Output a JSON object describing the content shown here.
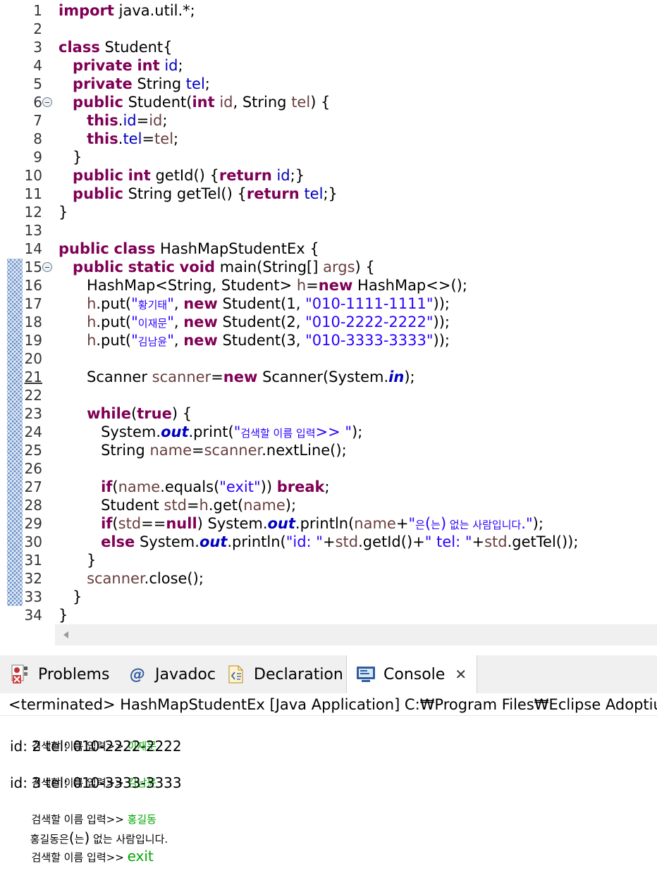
{
  "editor": {
    "line_numbers": [
      "1",
      "2",
      "3",
      "4",
      "5",
      "6",
      "7",
      "8",
      "9",
      "10",
      "11",
      "12",
      "13",
      "14",
      "15",
      "16",
      "17",
      "18",
      "19",
      "20",
      "21",
      "22",
      "23",
      "24",
      "25",
      "26",
      "27",
      "28",
      "29",
      "30",
      "31",
      "32",
      "33",
      "34"
    ],
    "lines": [
      [
        {
          "t": "import",
          "c": "kw"
        },
        {
          "t": " java.util.*;"
        }
      ],
      [],
      [
        {
          "t": "class",
          "c": "kw"
        },
        {
          "t": " Student{"
        }
      ],
      [
        {
          "t": "   "
        },
        {
          "t": "private",
          "c": "kw"
        },
        {
          "t": " "
        },
        {
          "t": "int",
          "c": "kw"
        },
        {
          "t": " "
        },
        {
          "t": "id",
          "c": "fld"
        },
        {
          "t": ";"
        }
      ],
      [
        {
          "t": "   "
        },
        {
          "t": "private",
          "c": "kw"
        },
        {
          "t": " String "
        },
        {
          "t": "tel",
          "c": "fld"
        },
        {
          "t": ";"
        }
      ],
      [
        {
          "t": "   "
        },
        {
          "t": "public",
          "c": "kw"
        },
        {
          "t": " Student("
        },
        {
          "t": "int",
          "c": "kw"
        },
        {
          "t": " "
        },
        {
          "t": "id",
          "c": "var"
        },
        {
          "t": ", String "
        },
        {
          "t": "tel",
          "c": "var"
        },
        {
          "t": ") {"
        }
      ],
      [
        {
          "t": "      "
        },
        {
          "t": "this",
          "c": "kw"
        },
        {
          "t": "."
        },
        {
          "t": "id",
          "c": "fld"
        },
        {
          "t": "="
        },
        {
          "t": "id",
          "c": "var"
        },
        {
          "t": ";"
        }
      ],
      [
        {
          "t": "      "
        },
        {
          "t": "this",
          "c": "kw"
        },
        {
          "t": "."
        },
        {
          "t": "tel",
          "c": "fld"
        },
        {
          "t": "="
        },
        {
          "t": "tel",
          "c": "var"
        },
        {
          "t": ";"
        }
      ],
      [
        {
          "t": "   }"
        }
      ],
      [
        {
          "t": "   "
        },
        {
          "t": "public",
          "c": "kw"
        },
        {
          "t": " "
        },
        {
          "t": "int",
          "c": "kw"
        },
        {
          "t": " getId() {"
        },
        {
          "t": "return",
          "c": "kw"
        },
        {
          "t": " "
        },
        {
          "t": "id",
          "c": "fld"
        },
        {
          "t": ";}"
        }
      ],
      [
        {
          "t": "   "
        },
        {
          "t": "public",
          "c": "kw"
        },
        {
          "t": " String getTel() {"
        },
        {
          "t": "return",
          "c": "kw"
        },
        {
          "t": " "
        },
        {
          "t": "tel",
          "c": "fld"
        },
        {
          "t": ";}"
        }
      ],
      [
        {
          "t": "}"
        }
      ],
      [],
      [
        {
          "t": "public",
          "c": "kw"
        },
        {
          "t": " "
        },
        {
          "t": "class",
          "c": "kw"
        },
        {
          "t": " HashMapStudentEx {"
        }
      ],
      [
        {
          "t": "   "
        },
        {
          "t": "public",
          "c": "kw"
        },
        {
          "t": " "
        },
        {
          "t": "static",
          "c": "kw"
        },
        {
          "t": " "
        },
        {
          "t": "void",
          "c": "kw"
        },
        {
          "t": " main(String[] "
        },
        {
          "t": "args",
          "c": "var"
        },
        {
          "t": ") {"
        }
      ],
      [
        {
          "t": "      HashMap<String, Student> "
        },
        {
          "t": "h",
          "c": "var"
        },
        {
          "t": "="
        },
        {
          "t": "new",
          "c": "kw"
        },
        {
          "t": " HashMap<>();"
        }
      ],
      [
        {
          "t": "      "
        },
        {
          "t": "h",
          "c": "var"
        },
        {
          "t": ".put("
        },
        {
          "t": "\"",
          "c": "str"
        },
        {
          "t": "황기태",
          "c": "str ko"
        },
        {
          "t": "\"",
          "c": "str"
        },
        {
          "t": ", "
        },
        {
          "t": "new",
          "c": "kw"
        },
        {
          "t": " Student(1, "
        },
        {
          "t": "\"010-1111-1111\"",
          "c": "str"
        },
        {
          "t": "));"
        }
      ],
      [
        {
          "t": "      "
        },
        {
          "t": "h",
          "c": "var"
        },
        {
          "t": ".put("
        },
        {
          "t": "\"",
          "c": "str"
        },
        {
          "t": "이재문",
          "c": "str ko"
        },
        {
          "t": "\"",
          "c": "str"
        },
        {
          "t": ", "
        },
        {
          "t": "new",
          "c": "kw"
        },
        {
          "t": " Student(2, "
        },
        {
          "t": "\"010-2222-2222\"",
          "c": "str"
        },
        {
          "t": "));"
        }
      ],
      [
        {
          "t": "      "
        },
        {
          "t": "h",
          "c": "var"
        },
        {
          "t": ".put("
        },
        {
          "t": "\"",
          "c": "str"
        },
        {
          "t": "김남윤",
          "c": "str ko"
        },
        {
          "t": "\"",
          "c": "str"
        },
        {
          "t": ", "
        },
        {
          "t": "new",
          "c": "kw"
        },
        {
          "t": " Student(3, "
        },
        {
          "t": "\"010-3333-3333\"",
          "c": "str"
        },
        {
          "t": "));"
        }
      ],
      [],
      [
        {
          "t": "      Scanner "
        },
        {
          "t": "scanner",
          "c": "var"
        },
        {
          "t": "="
        },
        {
          "t": "new",
          "c": "kw"
        },
        {
          "t": " Scanner(System."
        },
        {
          "t": "in",
          "c": "sfld"
        },
        {
          "t": ");"
        }
      ],
      [],
      [
        {
          "t": "      "
        },
        {
          "t": "while",
          "c": "kw"
        },
        {
          "t": "("
        },
        {
          "t": "true",
          "c": "kw"
        },
        {
          "t": ") {"
        }
      ],
      [
        {
          "t": "         System."
        },
        {
          "t": "out",
          "c": "sfld"
        },
        {
          "t": ".print("
        },
        {
          "t": "\"",
          "c": "str"
        },
        {
          "t": "검색할 이름 입력",
          "c": "str ko"
        },
        {
          "t": ">> \"",
          "c": "str"
        },
        {
          "t": ");"
        }
      ],
      [
        {
          "t": "         String "
        },
        {
          "t": "name",
          "c": "var"
        },
        {
          "t": "="
        },
        {
          "t": "scanner",
          "c": "var"
        },
        {
          "t": ".nextLine();"
        }
      ],
      [],
      [
        {
          "t": "         "
        },
        {
          "t": "if",
          "c": "kw"
        },
        {
          "t": "("
        },
        {
          "t": "name",
          "c": "var"
        },
        {
          "t": ".equals("
        },
        {
          "t": "\"exit\"",
          "c": "str"
        },
        {
          "t": ")) "
        },
        {
          "t": "break",
          "c": "kw"
        },
        {
          "t": ";"
        }
      ],
      [
        {
          "t": "         Student "
        },
        {
          "t": "std",
          "c": "var"
        },
        {
          "t": "="
        },
        {
          "t": "h",
          "c": "var"
        },
        {
          "t": ".get("
        },
        {
          "t": "name",
          "c": "var"
        },
        {
          "t": ");"
        }
      ],
      [
        {
          "t": "         "
        },
        {
          "t": "if",
          "c": "kw"
        },
        {
          "t": "("
        },
        {
          "t": "std",
          "c": "var"
        },
        {
          "t": "=="
        },
        {
          "t": "null",
          "c": "kw"
        },
        {
          "t": ") System."
        },
        {
          "t": "out",
          "c": "sfld"
        },
        {
          "t": ".println("
        },
        {
          "t": "name",
          "c": "var"
        },
        {
          "t": "+"
        },
        {
          "t": "\"",
          "c": "str"
        },
        {
          "t": "은",
          "c": "str ko"
        },
        {
          "t": "(",
          "c": "str"
        },
        {
          "t": "는",
          "c": "str ko"
        },
        {
          "t": ")",
          "c": "str"
        },
        {
          "t": " 없는 사람입니다",
          "c": "str ko"
        },
        {
          "t": ".\"",
          "c": "str"
        },
        {
          "t": ");"
        }
      ],
      [
        {
          "t": "         "
        },
        {
          "t": "else",
          "c": "kw"
        },
        {
          "t": " System."
        },
        {
          "t": "out",
          "c": "sfld"
        },
        {
          "t": ".println("
        },
        {
          "t": "\"id: \"",
          "c": "str"
        },
        {
          "t": "+"
        },
        {
          "t": "std",
          "c": "var"
        },
        {
          "t": ".getId()+"
        },
        {
          "t": "\" tel: \"",
          "c": "str"
        },
        {
          "t": "+"
        },
        {
          "t": "std",
          "c": "var"
        },
        {
          "t": ".getTel());"
        }
      ],
      [
        {
          "t": "      }"
        }
      ],
      [
        {
          "t": "      "
        },
        {
          "t": "scanner",
          "c": "var"
        },
        {
          "t": ".close();"
        }
      ],
      [
        {
          "t": "   }"
        }
      ],
      [
        {
          "t": "}"
        }
      ]
    ]
  },
  "tabs": {
    "problems": "Problems",
    "javadoc_at": "@",
    "javadoc": "Javadoc",
    "declaration": "Declaration",
    "console": "Console",
    "close_glyph": "✕"
  },
  "console": {
    "info": "<terminated> HashMapStudentEx [Java Application] C:₩Program Files₩Eclipse Adoptium",
    "prompt_text": "검색할 이름 입력",
    "prompt_gt": ">> ",
    "input1": "이재문",
    "out1": "id: 2 tel: 010-2222-2222",
    "input2": "김남윤",
    "out2": "id: 3 tel: 010-3333-3333",
    "input3": "홍길동",
    "out3_a": "홍길동은",
    "out3_paren_open": "(",
    "out3_b": "는",
    "out3_paren_close": ")",
    "out3_c": " 없는 사람입니다.",
    "input4": "exit"
  },
  "colors": {
    "keyword": "#7f0055",
    "field": "#0000c0",
    "local_var": "#6a3e3e",
    "string": "#2a00ff",
    "console_input": "#00a800"
  }
}
